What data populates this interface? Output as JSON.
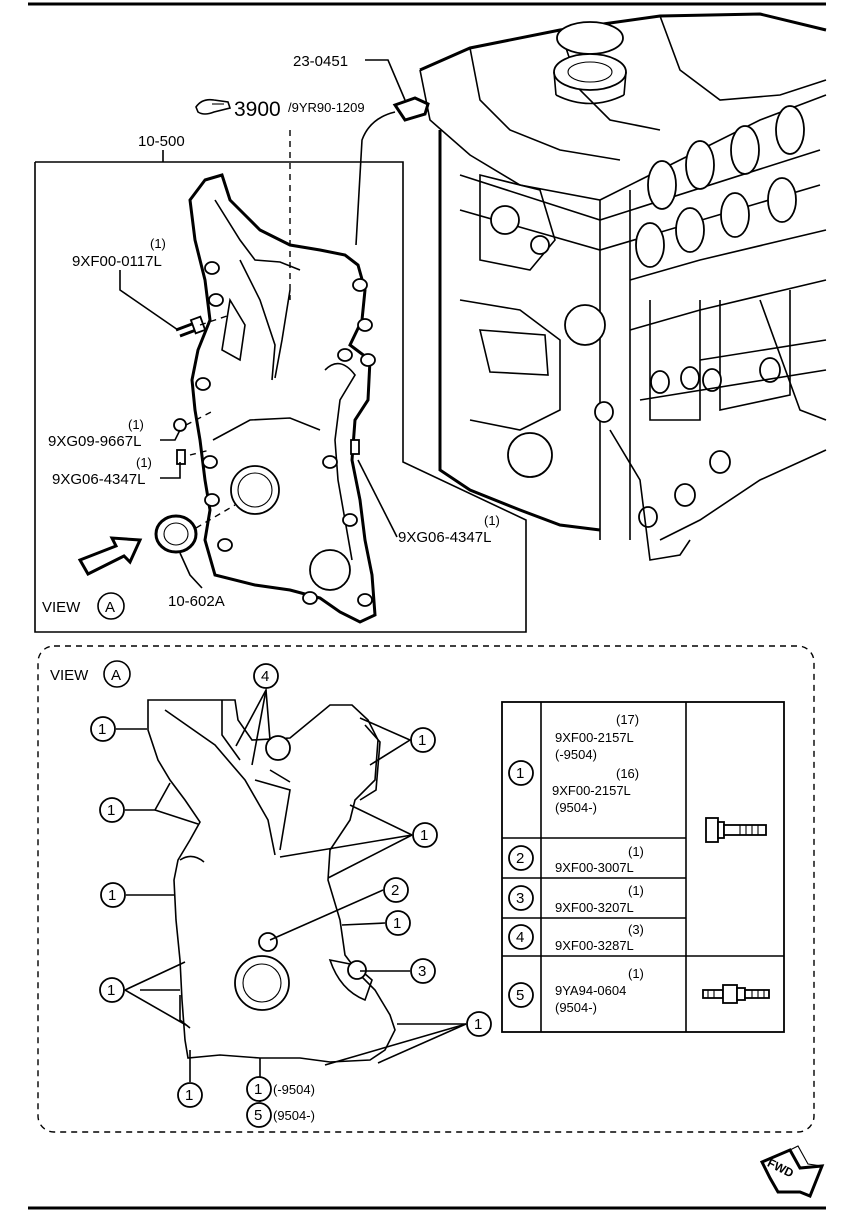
{
  "top_callouts": {
    "sensor_part": "23-0451",
    "ref_number": "3900",
    "ref_code": "/9YR90-1209",
    "cover_part": "10-500",
    "seal_part": "10-602A"
  },
  "view_a_upper": {
    "label": "VIEW",
    "letter": "A"
  },
  "parts_upper": [
    {
      "qty": "(1)",
      "code": "9XF00-0117L"
    },
    {
      "qty": "(1)",
      "code": "9XG09-9667L"
    },
    {
      "qty": "(1)",
      "code": "9XG06-4347L"
    },
    {
      "qty": "(1)",
      "code": "9XG06-4347L"
    }
  ],
  "view_a_lower": {
    "label": "VIEW",
    "letter": "A"
  },
  "bolt_numbers": {
    "n1": "1",
    "n2": "2",
    "n3": "3",
    "n4": "4",
    "n5": "5"
  },
  "bottom_notes": {
    "note_1": "(-9504)",
    "note_5": "(9504-)"
  },
  "bolt_table": [
    {
      "num": "1",
      "entries": [
        {
          "qty": "(17)",
          "code": "9XF00-2157L",
          "note": "(-9504)"
        },
        {
          "qty": "(16)",
          "code": "9XF00-2157L",
          "note": "(9504-)"
        }
      ]
    },
    {
      "num": "2",
      "entries": [
        {
          "qty": "(1)",
          "code": "9XF00-3007L",
          "note": ""
        }
      ]
    },
    {
      "num": "3",
      "entries": [
        {
          "qty": "(1)",
          "code": "9XF00-3207L",
          "note": ""
        }
      ]
    },
    {
      "num": "4",
      "entries": [
        {
          "qty": "(3)",
          "code": "9XF00-3287L",
          "note": ""
        }
      ]
    },
    {
      "num": "5",
      "entries": [
        {
          "qty": "(1)",
          "code": "9YA94-0604",
          "note": "(9504-)"
        }
      ]
    }
  ],
  "fwd_label": "FWD",
  "icons": {
    "reference": "pointing-hand-icon",
    "view_arrow": "view-direction-arrow-icon",
    "bolt": "flange-bolt-icon",
    "stud": "stud-bolt-icon",
    "fwd": "fwd-arrow-icon"
  }
}
